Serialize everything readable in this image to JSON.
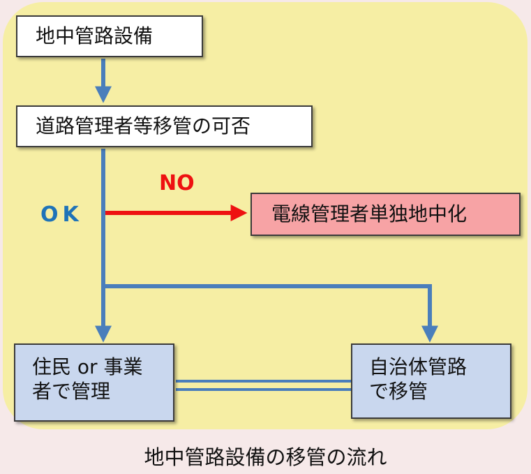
{
  "nodes": {
    "facility": "地中管路設備",
    "transfer_possible": "道路管理者等移管の可否",
    "sole_undergrounding": "電線管理者単独地中化",
    "resident_line1": "住民 or 事業",
    "resident_line2": "者で管理",
    "municipal_line1": "自治体管路",
    "municipal_line2": "で移管"
  },
  "labels": {
    "ok": "OK",
    "no": "NO"
  },
  "caption": "地中管路設備の移管の流れ",
  "colors": {
    "panel": "#f6eea4",
    "background": "#f6e9e9",
    "connector_blue": "#4a7ebb",
    "connector_red": "#ee1111",
    "ok_text": "#1f73b8",
    "no_text": "#ee1111",
    "box_red": "#f7a3a5",
    "box_blue": "#c9d7ee"
  }
}
